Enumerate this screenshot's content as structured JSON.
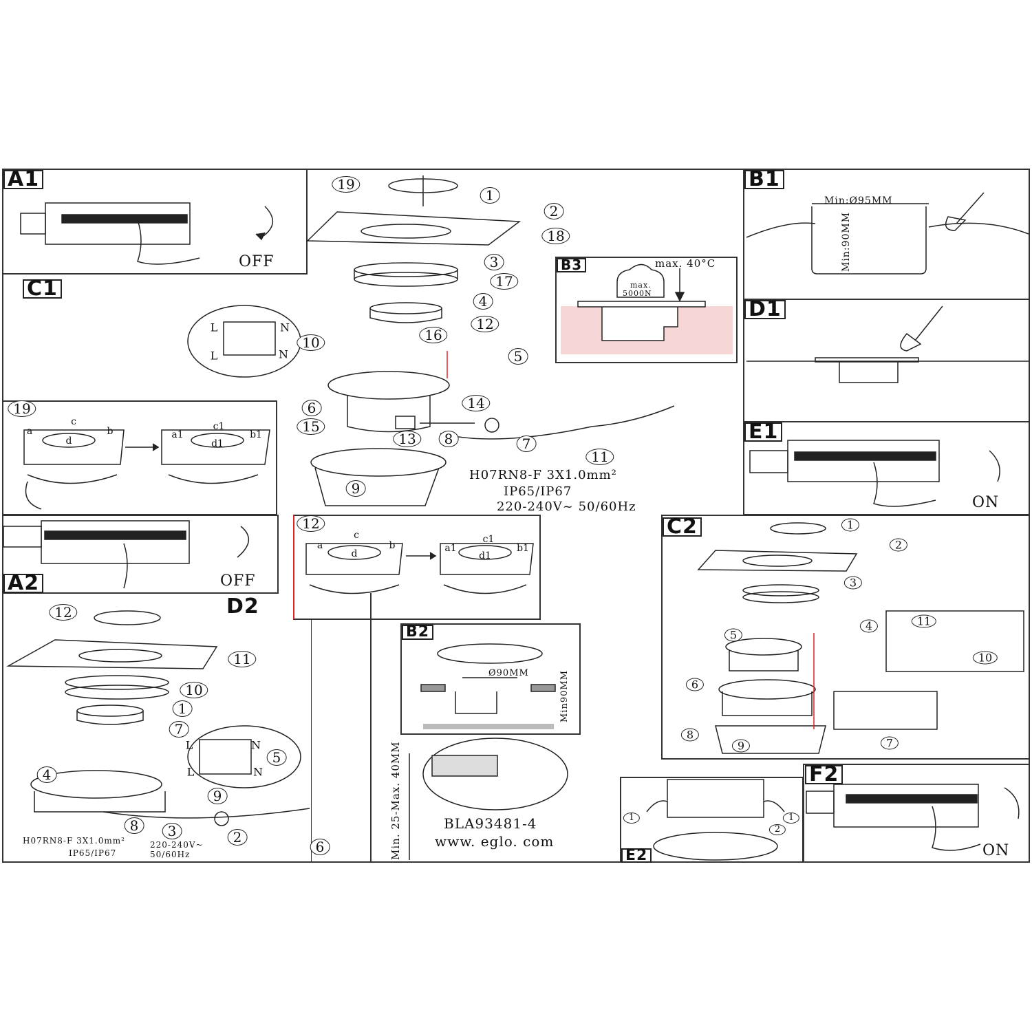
{
  "labels": {
    "a1": "A1",
    "c1": "C1",
    "b1": "B1",
    "d1": "D1",
    "e1": "E1",
    "b3": "B3",
    "a2": "A2",
    "d2": "D2",
    "c2": "C2",
    "b2": "B2",
    "e2": "E2",
    "f2": "F2"
  },
  "a1": {
    "switch_state": "OFF"
  },
  "e1": {
    "switch_state": "ON"
  },
  "a2": {
    "switch_state": "OFF"
  },
  "f2": {
    "switch_state": "ON"
  },
  "c1": {
    "callouts": [
      "19",
      "1",
      "2",
      "18",
      "3",
      "17",
      "4",
      "12",
      "16",
      "5",
      "10",
      "6",
      "14",
      "15",
      "13",
      "8",
      "7",
      "11",
      "9"
    ],
    "terminal": {
      "l": "L",
      "n": "N"
    },
    "cable": "H07RN8-F  3X1.0mm²",
    "ip": "IP65/IP67",
    "voltage": "220-240V~  50/60Hz"
  },
  "step19": {
    "number": "19",
    "before": [
      "a",
      "c",
      "b",
      "d"
    ],
    "after": [
      "a1",
      "c1",
      "b1",
      "d1"
    ]
  },
  "step12": {
    "number": "12",
    "before": [
      "a",
      "c",
      "b",
      "d"
    ],
    "after": [
      "a1",
      "c1",
      "b1",
      "d1"
    ]
  },
  "b1": {
    "diameter": "Min:Ø95MM",
    "depth": "Min:90MM"
  },
  "b3": {
    "temp": "max. 40°C",
    "load_line1": "max.",
    "load_line2": "5000N"
  },
  "b2": {
    "diameter": "Ø90MM",
    "depth": "Min90MM",
    "thickness": "Min. 25-Max. 40MM"
  },
  "product": {
    "code": "BLA93481-4",
    "website": "www. eglo. com"
  },
  "d2": {
    "callouts": [
      "12",
      "11",
      "10",
      "1",
      "7",
      "5",
      "4",
      "9",
      "8",
      "3",
      "2",
      "6"
    ],
    "terminal": {
      "l": "L",
      "n": "N"
    },
    "cable": "H07RN8-F  3X1.0mm²",
    "voltage": "220-240V~",
    "ip": "IP65/IP67",
    "freq": "50/60Hz"
  },
  "c2": {
    "callouts": [
      "1",
      "2",
      "3",
      "4",
      "5",
      "11",
      "10",
      "6",
      "8",
      "9",
      "7"
    ]
  },
  "e2": {
    "callouts": [
      "1",
      "2",
      "1"
    ]
  }
}
